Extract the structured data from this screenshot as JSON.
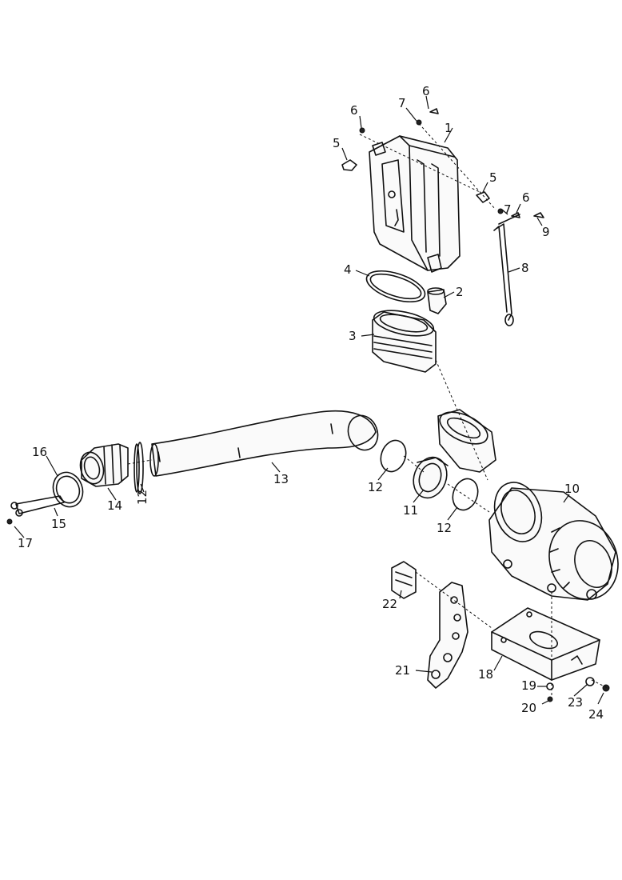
{
  "diagram": {
    "callouts": [
      {
        "id": "c1",
        "text": "1"
      },
      {
        "id": "c2",
        "text": "2"
      },
      {
        "id": "c3",
        "text": "3"
      },
      {
        "id": "c4",
        "text": "4"
      },
      {
        "id": "c5a",
        "text": "5"
      },
      {
        "id": "c5b",
        "text": "5"
      },
      {
        "id": "c6a",
        "text": "6"
      },
      {
        "id": "c6b",
        "text": "6"
      },
      {
        "id": "c6c",
        "text": "6"
      },
      {
        "id": "c7a",
        "text": "7"
      },
      {
        "id": "c7b",
        "text": "7"
      },
      {
        "id": "c8",
        "text": "8"
      },
      {
        "id": "c9",
        "text": "9"
      },
      {
        "id": "c10",
        "text": "10"
      },
      {
        "id": "c11",
        "text": "11"
      },
      {
        "id": "c12a",
        "text": "12"
      },
      {
        "id": "c12b",
        "text": "12"
      },
      {
        "id": "c12c",
        "text": "12"
      },
      {
        "id": "c13",
        "text": "13"
      },
      {
        "id": "c14",
        "text": "14"
      },
      {
        "id": "c15",
        "text": "15"
      },
      {
        "id": "c16",
        "text": "16"
      },
      {
        "id": "c17",
        "text": "17"
      },
      {
        "id": "c18",
        "text": "18"
      },
      {
        "id": "c19",
        "text": "19"
      },
      {
        "id": "c20",
        "text": "20"
      },
      {
        "id": "c21",
        "text": "21"
      },
      {
        "id": "c22",
        "text": "22"
      },
      {
        "id": "c23",
        "text": "23"
      },
      {
        "id": "c24",
        "text": "24"
      }
    ],
    "figure_ref": "321062"
  }
}
